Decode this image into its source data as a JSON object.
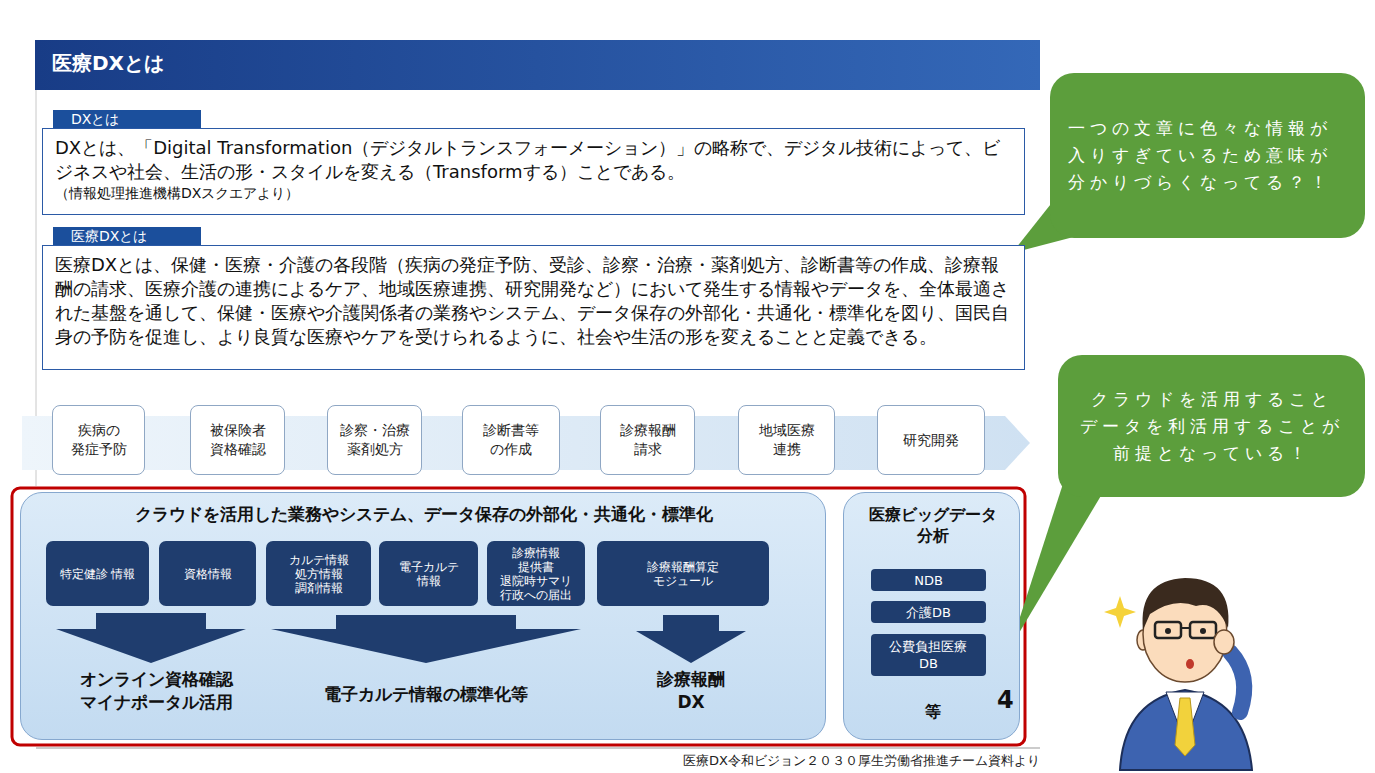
{
  "diagram": {
    "title": "医療DXとは",
    "nodes": [
      {
        "text": [
          "DXとは",
          "DXとは、「Digital Transformation（デジタルトランスフォーメーション）」の略称で、デジタル技術によって、ビジネスや社会、生活の形・スタイルを変える（Transformする）ことである。",
          "（情報処理推進機構DXスクエアより）"
        ]
      },
      {
        "text": [
          "医療DXとは",
          "医療DXとは、保健・医療・介護の各段階（疾病の発症予防、受診、診察・治療・薬剤処方、診断書等の作成、診療報酬の請求、医療介護の連携によるケア、地域医療連携、研究開発など）において発生する情報やデータを、全体最適された基盤を通して、保健・医療や介護関係者の業務やシステム、データ保存の外部化・共通化・標準化を図り、国民自身の予防を促進し、より良質な医療やケアを受けられるように、社会や生活の形を変えることと定義できる。"
        ]
      },
      {
        "text": [
          "疾病の 発症予防"
        ]
      },
      {
        "text": [
          "被保険者 資格確認"
        ]
      },
      {
        "text": [
          "診察・治療 薬剤処方"
        ]
      },
      {
        "text": [
          "診断書等 の作成"
        ]
      },
      {
        "text": [
          "診療報酬 請求"
        ]
      },
      {
        "text": [
          "地域医療 連携"
        ]
      },
      {
        "text": [
          "研究開発"
        ]
      },
      {
        "text": [
          "クラウドを活用した業務やシステム、データ保存の外部化・共通化・標準化",
          "オンライン資格確認 マイナポータル活用",
          "電子カルテ情報の標準化等",
          "診療報酬 DX"
        ]
      },
      {
        "text": [
          "特定健診 情報"
        ],
        "in": 9
      },
      {
        "text": [
          "資格情報"
        ],
        "in": 9
      },
      {
        "text": [
          "カルテ情報 処方情報 調剤情報"
        ],
        "in": 9
      },
      {
        "text": [
          "電子カルテ 情報"
        ],
        "in": 9
      },
      {
        "text": [
          "診療情報 提供書 退院時サマリ 行政への届出"
        ],
        "in": 9
      },
      {
        "text": [
          "診療報酬算定 モジュール"
        ],
        "in": 9
      },
      {
        "text": [
          "医療ビッグデータ 分析",
          "等"
        ]
      },
      {
        "text": [
          "NDB"
        ],
        "in": 16
      },
      {
        "text": [
          "介護DB"
        ],
        "in": 16
      },
      {
        "text": [
          "公費負担医療 DB"
        ],
        "in": 16
      },
      {
        "text": [
          "一つの文章に色々な情報が入りすぎているため意味が分かりづらくなってる？！"
        ]
      },
      {
        "text": [
          "クラウドを活用すること データを利活用することが前提となっている！"
        ]
      }
    ],
    "labels": [
      "4",
      "医療DX令和ビジョン２０３０厚生労働省推進チーム資料より"
    ]
  }
}
